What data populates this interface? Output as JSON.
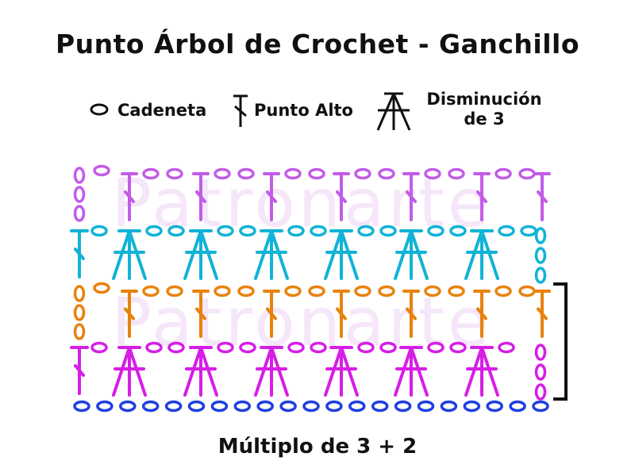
{
  "title": "Punto Árbol de Crochet - Ganchillo",
  "legend": {
    "chain": "Cadeneta",
    "double_crochet": "Punto Alto",
    "decrease_line1": "Disminución",
    "decrease_line2": "de 3"
  },
  "watermark": "Patronarte",
  "footer": "Múltiplo de 3 + 2",
  "colors": {
    "text": "#111111",
    "foundation_chain": "#1e3fe0",
    "row_magenta": "#d61ee6",
    "row_orange": "#e8820e",
    "row_cyan": "#11b3d6",
    "row_lilac": "#c25ce8",
    "bracket": "#111111"
  },
  "icons": [
    "chain-icon",
    "double-crochet-icon",
    "decrease-3-icon"
  ]
}
